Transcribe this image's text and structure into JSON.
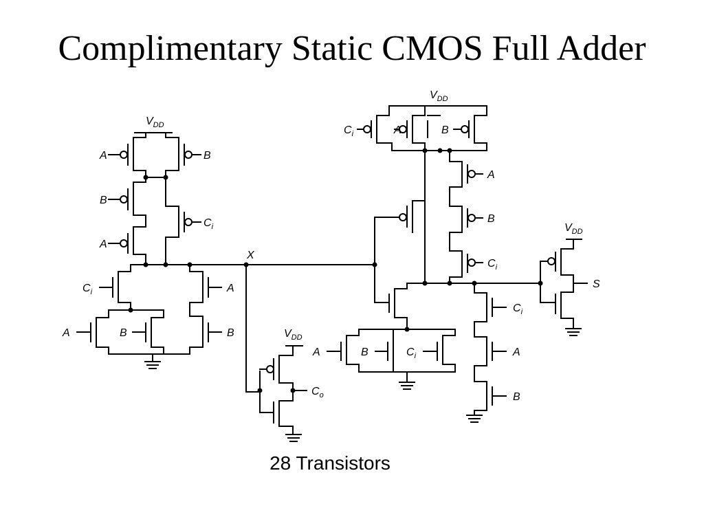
{
  "title": "Complimentary Static CMOS Full Adder",
  "caption": "28 Transistors",
  "labels": {
    "vdd": "V",
    "vdd_sub": "DD",
    "a": "A",
    "b": "B",
    "ci": "C",
    "ci_sub": "i",
    "x": "X",
    "s": "S",
    "co": "C",
    "co_sub": "o"
  }
}
